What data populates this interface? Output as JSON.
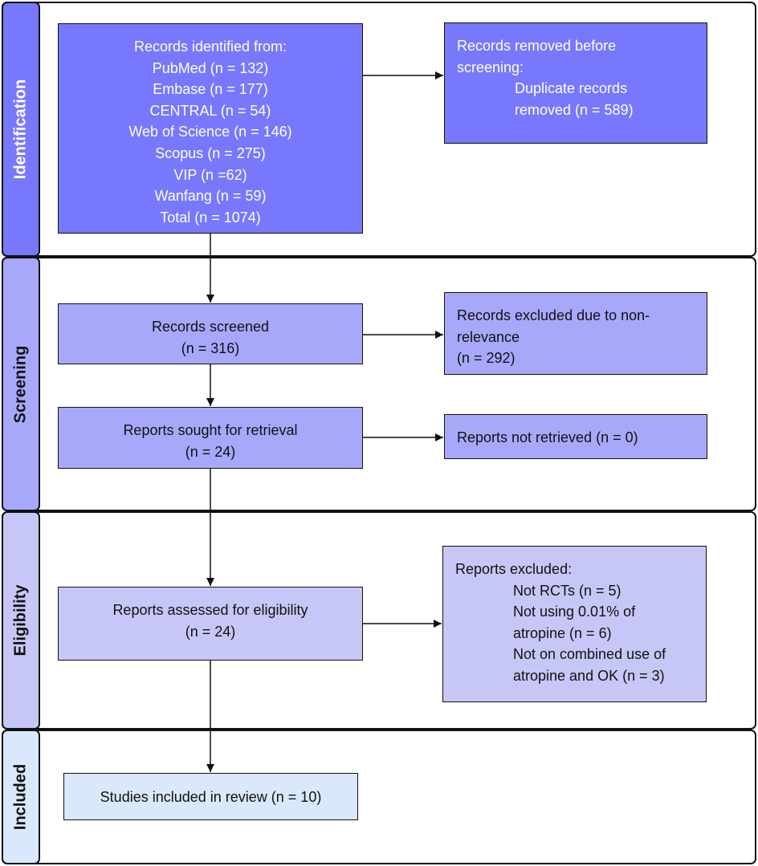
{
  "colors": {
    "identification": "#7878fc",
    "screening": "#a8a8fb",
    "eligibility": "#c7c7f7",
    "included": "#d9e9fb",
    "border": "#111111"
  },
  "phases": {
    "identification": "Identification",
    "screening": "Screening",
    "eligibility": "Eligibility",
    "included": "Included"
  },
  "identification_box": {
    "heading": "Records identified from:",
    "sources": [
      "PubMed (n = 132)",
      "Embase (n = 177)",
      "CENTRAL (n = 54)",
      "Web of Science (n = 146)",
      "Scopus (n = 275)",
      "VIP (n =62)",
      "Wanfang (n = 59)",
      "Total (n = 1074)"
    ]
  },
  "removed_box": {
    "heading_line1": "Records removed before",
    "heading_line2": "screening:",
    "detail_line1": "Duplicate records",
    "detail_line2": "removed (n = 589)"
  },
  "screened_box": {
    "line1": "Records screened",
    "line2": "(n = 316)"
  },
  "excluded_relevance_box": {
    "line1": "Records excluded due to non-",
    "line2": "relevance",
    "line3": "(n = 292)"
  },
  "sought_box": {
    "line1": "Reports sought for retrieval",
    "line2": "(n = 24)"
  },
  "not_retrieved_box": {
    "line1": "Reports not retrieved (n = 0)"
  },
  "assessed_box": {
    "line1": "Reports assessed for eligibility",
    "line2": "(n = 24)"
  },
  "reports_excluded_box": {
    "heading": "Reports excluded:",
    "lines": [
      "Not RCTs (n = 5)",
      "Not using 0.01% of",
      "atropine (n = 6)",
      "Not on combined use of",
      "atropine and OK (n = 3)"
    ]
  },
  "included_box": {
    "line1": "Studies included in review (n = 10)"
  }
}
